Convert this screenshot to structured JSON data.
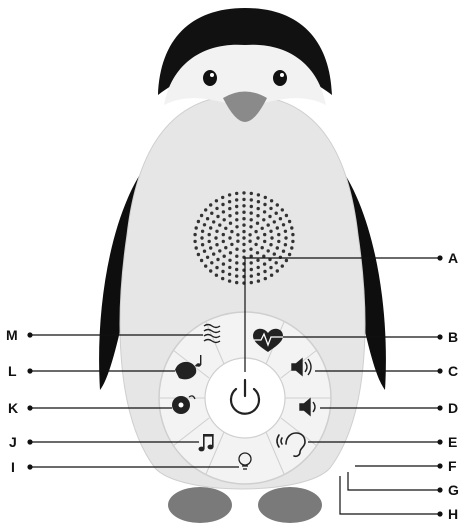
{
  "colors": {
    "body": "#e6e6e6",
    "head": "#111111",
    "beak": "#8a8a8a",
    "feet": "#7a7a7a",
    "panel": "#f3f3f3",
    "icon": "#222222",
    "leader": "#111111"
  },
  "callouts": {
    "left": [
      "M",
      "L",
      "K",
      "J",
      "I"
    ],
    "right": [
      "A",
      "B",
      "C",
      "D",
      "E",
      "F",
      "G",
      "H"
    ]
  },
  "buttons": [
    {
      "id": "white-noise",
      "icon": "waves-icon",
      "callout": "M"
    },
    {
      "id": "heartbeat",
      "icon": "heart-pulse-icon",
      "callout": "B"
    },
    {
      "id": "volume-up",
      "icon": "speaker-up-icon",
      "callout": "C"
    },
    {
      "id": "volume-down",
      "icon": "speaker-down-icon",
      "callout": "D"
    },
    {
      "id": "cry-sensor",
      "icon": "ear-icon",
      "callout": "E"
    },
    {
      "id": "night-light",
      "icon": "bulb-icon",
      "callout": "I"
    },
    {
      "id": "lullaby",
      "icon": "music-note-icon",
      "callout": "J"
    },
    {
      "id": "nature-sounds",
      "icon": "record-icon",
      "callout": "K"
    },
    {
      "id": "bird-sounds",
      "icon": "bird-icon",
      "callout": "L"
    },
    {
      "id": "power",
      "icon": "power-icon",
      "callout": "A"
    }
  ]
}
